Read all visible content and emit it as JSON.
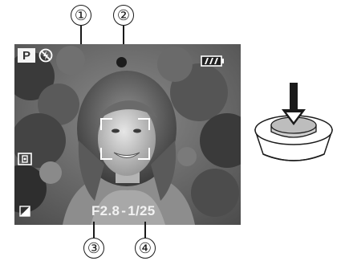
{
  "callouts": {
    "c1": "①",
    "c2": "②",
    "c3": "③",
    "c4": "④"
  },
  "lcd": {
    "mode": "P",
    "flash_icon": "flash-off-icon",
    "focus_indicator_icon": "focus-dot-icon",
    "battery_icon": "battery-full-icon",
    "metering_icon": "spot-metering-icon",
    "exposure_comp_icon": "exposure-compensation-icon",
    "aperture": "F2.8",
    "shutter_speed": "1/25",
    "readout_separator": "-"
  },
  "illustration": {
    "button_icon": "shutter-button-half-press-icon",
    "arrow_icon": "press-down-arrow-icon"
  },
  "colors": {
    "ink": "#1a1a1a",
    "lcd_text": "#f2f2f2"
  }
}
